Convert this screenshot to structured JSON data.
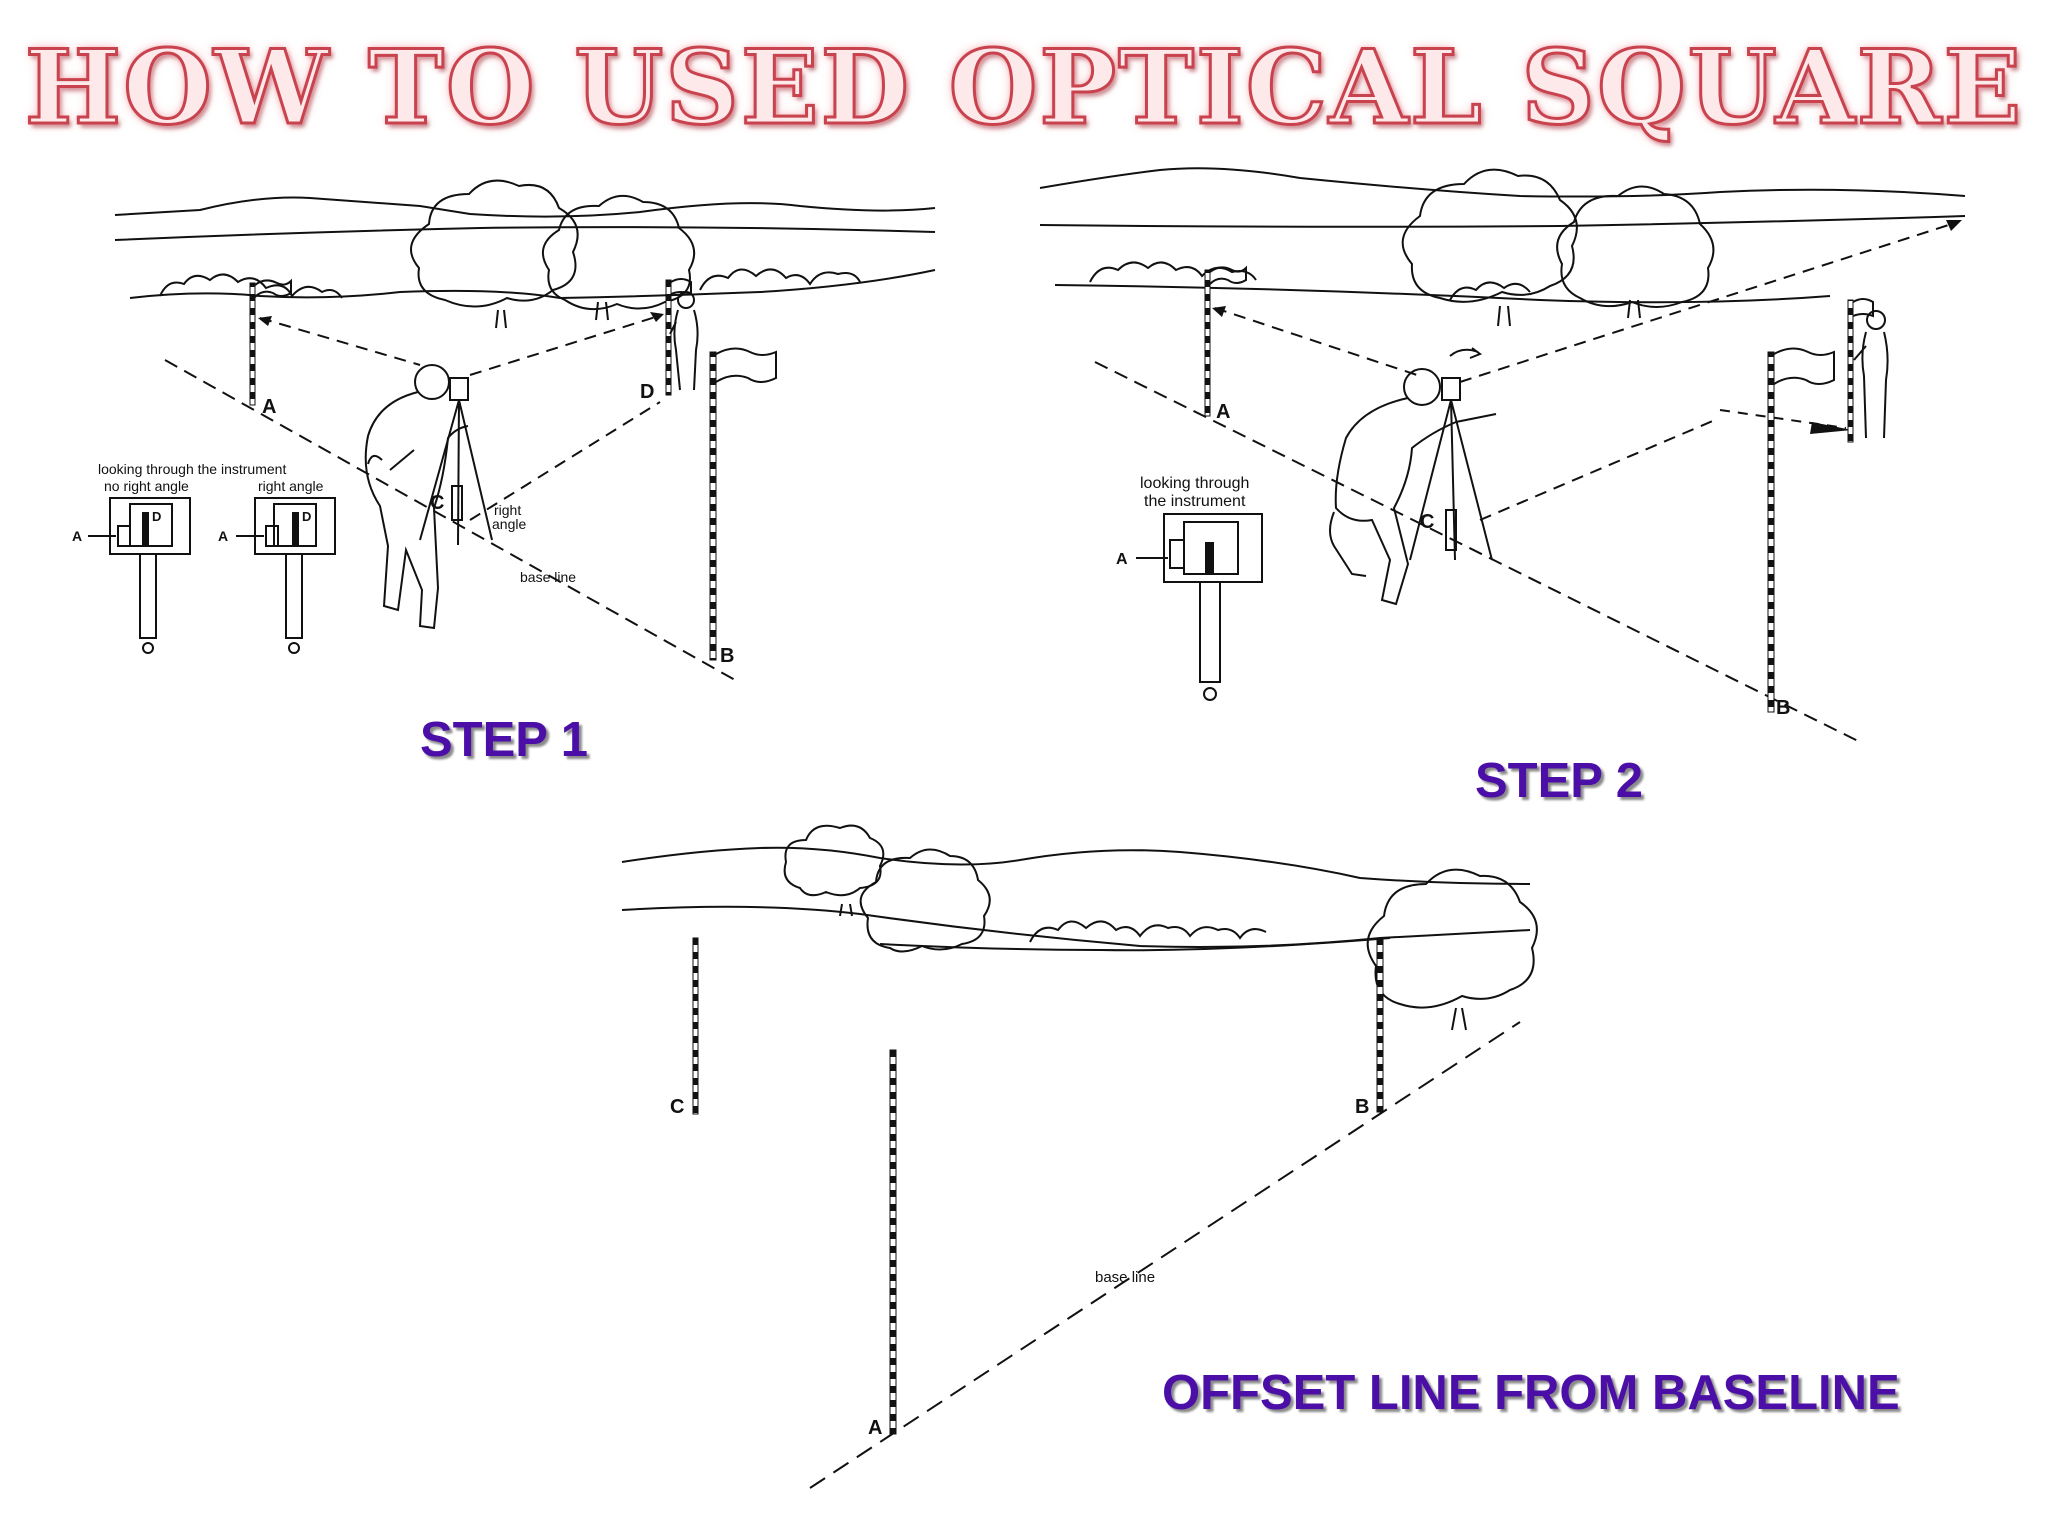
{
  "title": "HOW TO USED OPTICAL SQUARE",
  "panel1": {
    "step_label": "STEP 1",
    "inset_heading_1": "looking through the instrument",
    "inset_no_right_angle": "no right angle",
    "inset_right_angle": "right angle",
    "label_a": "A",
    "label_b": "B",
    "label_c": "C",
    "label_d": "D",
    "right_angle_1": "right",
    "right_angle_2": "angle",
    "base_line": "base line"
  },
  "panel2": {
    "step_label": "STEP 2",
    "inset_heading_1": "looking through",
    "inset_heading_2": "the instrument",
    "label_a": "A",
    "label_b": "B",
    "label_c": "C"
  },
  "panel3": {
    "caption": "OFFSET LINE FROM BASELINE",
    "label_a": "A",
    "label_b": "B",
    "label_c": "C",
    "base_line": "base line"
  },
  "colors": {
    "title_fill": "#fde8ea",
    "title_outline": "#c8434e",
    "step_text": "#4b0fa8"
  }
}
